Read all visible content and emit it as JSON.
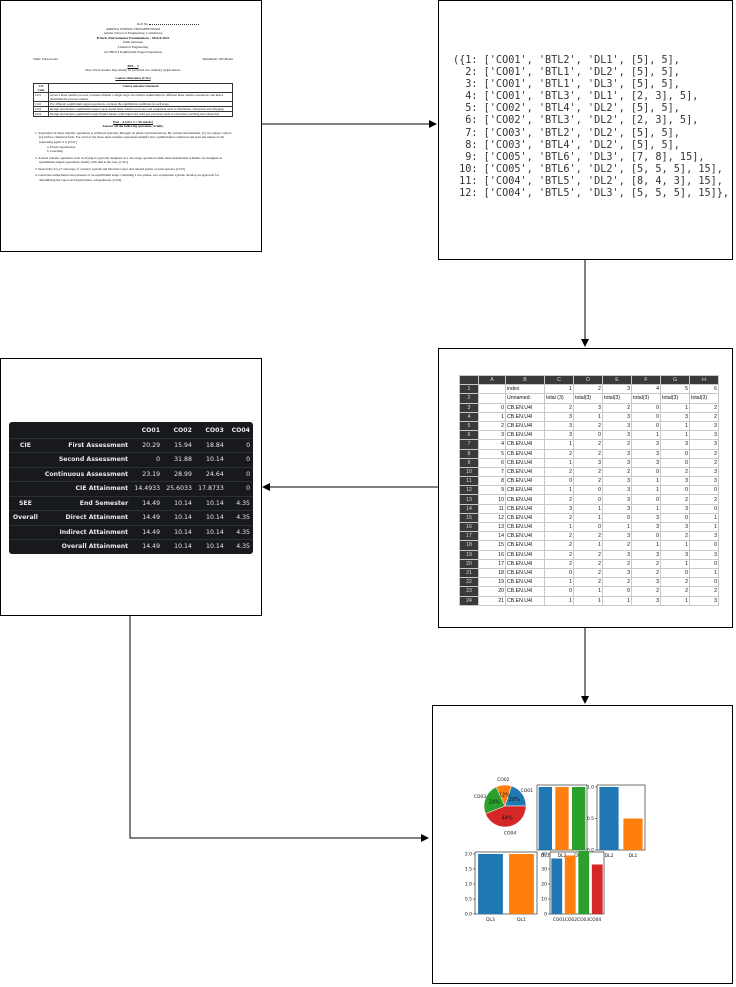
{
  "paper": {
    "roll_no_label": "Roll No",
    "institution": "AMRITA VISHWA VIDYAPEETHAM",
    "school": "Amrita School of Engineering, Coimbatore",
    "exam": "B.Tech. End Semester Examinations - March 2023",
    "semester": "Sixth Semester",
    "branch": "Chemical Engineering",
    "course": "21CHE313 Equilibrium Staged Operations",
    "time": "Time: Three hours",
    "max_marks": "Maximum: 100 Marks",
    "blank_mark": "BTL - 3",
    "note": "Note: Each student may kindly be provided two ordinary graph sheets.",
    "co_title": "Course Outcomes (COs)",
    "co_head": [
      "CO Code",
      "Course outcome statement"
    ],
    "co_rows": [
      [
        "CO1",
        "Given a mass transfer process, evaluate whether a single stage can achieve equilibrium for different mass transfer operations, and hence determine the process outputs."
      ],
      [
        "CO2",
        "For different equilibrium staged operations, evaluate the equilibrium conditions in each stage."
      ],
      [
        "CO3",
        "Design and analyze equilibrium staged vapor-liquid mass transfer processes and equipment such as distillation, absorption and stripping."
      ],
      [
        "CO4",
        "Design and analyze equilibrium staged liquid-liquid, solid-liquid and solid-gas processes such as extraction, leaching and adsorption."
      ]
    ],
    "part": "Part - A (10 x 3 = 30 marks)",
    "answer_all": "Answer all the following questions, briefly.",
    "questions": [
      "1. Separation in mass transfer operations is achieved typically through 1st phase and interactions. By various mechanisms. (1) two-phase contact, (2) surface chemical form. For each of the three mass transfer operations identify how equilibrium is achieved and state the nature of the separating agent it is [CO1]",
      "2. A mass transfer operation such as drying is typically designed as a one-stage operation while mass distribution schemes are designed as equilibrium staged operations. Justify with that is the case. [CO1]",
      "3. Sketch the T-x-y* envelope of a binary system and label the vapor and related points of each species. [CO3]",
      "4. Given the temperature and pressure of an equilibrium stage containing a two-phase, two-component system, develop an approach for determining the vapor and liquid phase compositions. [CO2]"
    ],
    "sub_a": "a. Flash vaporization",
    "sub_b": "b. Leaching"
  },
  "code_lines": [
    "({1: ['CO01', 'BTL2', 'DL1', [5], 5],",
    "  2: ['CO01', 'BTL1', 'DL2', [5], 5],",
    "  3: ['CO01', 'BTL1', 'DL3', [5], 5],",
    "  4: ['CO01', 'BTL3', 'DL1', [2, 3], 5],",
    "  5: ['CO02', 'BTL4', 'DL2', [5], 5],",
    "  6: ['CO02', 'BTL3', 'DL2', [2, 3], 5],",
    "  7: ['CO03', 'BTL2', 'DL2', [5], 5],",
    "  8: ['CO03', 'BTL4', 'DL2', [5], 5],",
    "  9: ['CO05', 'BTL6', 'DL3', [7, 8], 15],",
    " 10: ['CO05', 'BTL6', 'DL2', [5, 5, 5], 15],",
    " 11: ['CO04', 'BTL5', 'DL2', [8, 4, 3], 15],",
    " 12: ['CO04', 'BTL5', 'DL3', [5, 5, 5], 15]},"
  ],
  "sheet": {
    "cols": [
      "A",
      "B",
      "C",
      "D",
      "E",
      "F",
      "G",
      "H"
    ],
    "row1": [
      "index",
      "1",
      "2",
      "3",
      "4",
      "5",
      "6"
    ],
    "row2": [
      "Unnamed:",
      "total (3)",
      "total(3)",
      "total(3)",
      "total(3)",
      "total(3)",
      "total(3)"
    ],
    "rows": [
      [
        "0",
        "CB.EN.U4I",
        "2",
        "3",
        "2",
        "0",
        "1",
        "2"
      ],
      [
        "1",
        "CB.EN.U4I",
        "3",
        "1",
        "3",
        "0",
        "3",
        "2"
      ],
      [
        "2",
        "CB.EN.U4I",
        "3",
        "2",
        "3",
        "0",
        "1",
        "3"
      ],
      [
        "3",
        "CB.EN.U4I",
        "3",
        "0",
        "3",
        "1",
        "1",
        "3"
      ],
      [
        "4",
        "CB.EN.U4I",
        "1",
        "2",
        "2",
        "3",
        "3",
        "3"
      ],
      [
        "5",
        "CB.EN.U4I",
        "2",
        "2",
        "3",
        "3",
        "0",
        "2"
      ],
      [
        "6",
        "CB.EN.U4I",
        "1",
        "3",
        "3",
        "3",
        "0",
        "2"
      ],
      [
        "7",
        "CB.EN.U4I",
        "2",
        "2",
        "2",
        "0",
        "2",
        "3"
      ],
      [
        "8",
        "CB.EN.U4I",
        "0",
        "2",
        "3",
        "1",
        "3",
        "3"
      ],
      [
        "9",
        "CB.EN.U4I",
        "1",
        "0",
        "3",
        "1",
        "0",
        "0"
      ],
      [
        "10",
        "CB.EN.U4I",
        "2",
        "0",
        "3",
        "0",
        "2",
        "2"
      ],
      [
        "11",
        "CB.EN.U4I",
        "3",
        "1",
        "3",
        "1",
        "3",
        "0"
      ],
      [
        "12",
        "CB.EN.U4I",
        "2",
        "1",
        "0",
        "3",
        "0",
        "1"
      ],
      [
        "13",
        "CB.EN.U4I",
        "1",
        "0",
        "1",
        "3",
        "3",
        "1"
      ],
      [
        "14",
        "CB.EN.U4I",
        "2",
        "2",
        "3",
        "0",
        "2",
        "3"
      ],
      [
        "15",
        "CB.EN.U4I",
        "2",
        "1",
        "2",
        "1",
        "1",
        "0"
      ],
      [
        "16",
        "CB.EN.U4I",
        "2",
        "2",
        "3",
        "3",
        "3",
        "3"
      ],
      [
        "17",
        "CB.EN.U4I",
        "2",
        "2",
        "2",
        "2",
        "1",
        "0"
      ],
      [
        "18",
        "CB.EN.U4I",
        "0",
        "2",
        "3",
        "2",
        "0",
        "1"
      ],
      [
        "19",
        "CB.EN.U4I",
        "1",
        "2",
        "2",
        "3",
        "2",
        "0"
      ],
      [
        "20",
        "CB.EN.U4I",
        "0",
        "1",
        "0",
        "2",
        "2",
        "2"
      ],
      [
        "21",
        "CB.EN.U4I",
        "1",
        "1",
        "1",
        "3",
        "1",
        "3"
      ]
    ]
  },
  "attainment": {
    "cols": [
      "CO01",
      "CO02",
      "CO03",
      "CO04"
    ],
    "rows": [
      {
        "group": "CIE",
        "label": "First Assessment",
        "vals": [
          "20.29",
          "15.94",
          "18.84",
          "0"
        ]
      },
      {
        "group": "",
        "label": "Second Assessment",
        "vals": [
          "0",
          "31.88",
          "10.14",
          "0"
        ]
      },
      {
        "group": "",
        "label": "Continuous Assessment",
        "vals": [
          "23.19",
          "28.99",
          "24.64",
          "0"
        ]
      },
      {
        "group": "",
        "label": "CIE Attainment",
        "vals": [
          "14.4933",
          "25.6033",
          "17.8733",
          "0"
        ]
      },
      {
        "group": "SEE",
        "label": "End Semester",
        "vals": [
          "14.49",
          "10.14",
          "10.14",
          "4.35"
        ]
      },
      {
        "group": "Overall",
        "label": "Direct Attainment",
        "vals": [
          "14.49",
          "10.14",
          "10.14",
          "4.35"
        ]
      },
      {
        "group": "",
        "label": "Indirect Attainment",
        "vals": [
          "14.49",
          "10.14",
          "10.14",
          "4.35"
        ]
      },
      {
        "group": "",
        "label": "Overall Attainment",
        "vals": [
          "14.49",
          "10.14",
          "10.14",
          "4.35"
        ]
      }
    ]
  },
  "chart_data": [
    {
      "type": "pie",
      "labels": [
        "CO01",
        "CO02",
        "CO03",
        "CO04"
      ],
      "values": [
        20,
        12,
        24,
        44
      ],
      "display": [
        "20%",
        "12%",
        "24%",
        "44%"
      ],
      "colors": [
        "#1f77b4",
        "#ff7f0e",
        "#2ca02c",
        "#d62728"
      ]
    },
    {
      "type": "bar",
      "categories": [
        "DL1",
        "DL2",
        "DL3"
      ],
      "values": [
        1,
        1,
        1
      ],
      "ylim": [
        0,
        1
      ],
      "yticks": [],
      "colors": [
        "#1f77b4",
        "#ff7f0e",
        "#2ca02c"
      ]
    },
    {
      "type": "bar",
      "categories": [
        "DL2",
        "DL1"
      ],
      "values": [
        1.0,
        0.5
      ],
      "ylim": [
        0,
        1.0
      ],
      "yticks": [
        "0.0",
        "0.5",
        "1.0"
      ],
      "colors": [
        "#1f77b4",
        "#ff7f0e"
      ]
    },
    {
      "type": "bar",
      "categories": [
        "DL3",
        "DL1"
      ],
      "values": [
        2.0,
        2.0
      ],
      "ylim": [
        0,
        2.0
      ],
      "yticks": [
        "0.0",
        "0.5",
        "1.0",
        "1.5",
        "2.0"
      ],
      "colors": [
        "#1f77b4",
        "#ff7f0e"
      ]
    },
    {
      "type": "bar",
      "categories": [
        "CO01",
        "CO02",
        "CO03",
        "CO04"
      ],
      "values": [
        37,
        39,
        42,
        33
      ],
      "ylim": [
        0,
        40
      ],
      "yticks": [
        "0",
        "10",
        "20",
        "30",
        "40"
      ],
      "xlabel_text": "CO01CO02CO03CO04",
      "colors": [
        "#1f77b4",
        "#ff7f0e",
        "#2ca02c",
        "#d62728"
      ]
    }
  ]
}
